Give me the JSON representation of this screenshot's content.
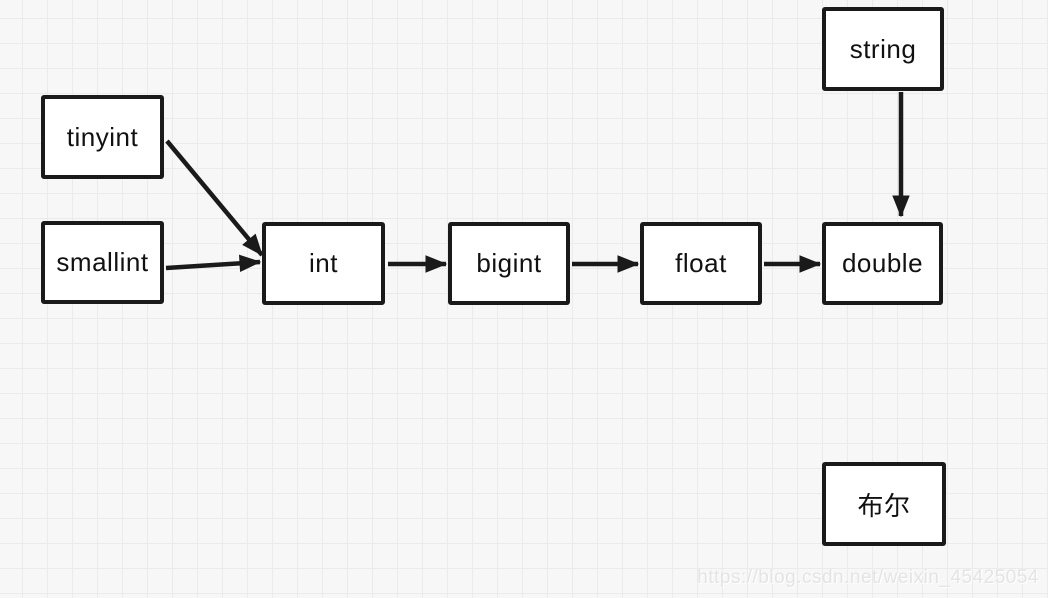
{
  "diagram": {
    "description": "Implicit type conversion flow diagram",
    "nodes": {
      "tinyint": {
        "label": "tinyint"
      },
      "smallint": {
        "label": "smallint"
      },
      "int": {
        "label": "int"
      },
      "bigint": {
        "label": "bigint"
      },
      "float": {
        "label": "float"
      },
      "double": {
        "label": "double"
      },
      "string": {
        "label": "string"
      },
      "boolean": {
        "label": "布尔"
      }
    },
    "edges": [
      {
        "from": "tinyint",
        "to": "int"
      },
      {
        "from": "smallint",
        "to": "int"
      },
      {
        "from": "int",
        "to": "bigint"
      },
      {
        "from": "bigint",
        "to": "float"
      },
      {
        "from": "float",
        "to": "double"
      },
      {
        "from": "string",
        "to": "double"
      }
    ]
  },
  "watermark": {
    "text": "https://blog.csdn.net/weixin_45425054"
  },
  "colors": {
    "node_border": "#1a1a1a",
    "node_fill": "#ffffff",
    "arrow": "#1a1a1a",
    "background": "#f7f7f7",
    "grid_line": "#ebebeb",
    "watermark_text": "#e4e4e4"
  }
}
